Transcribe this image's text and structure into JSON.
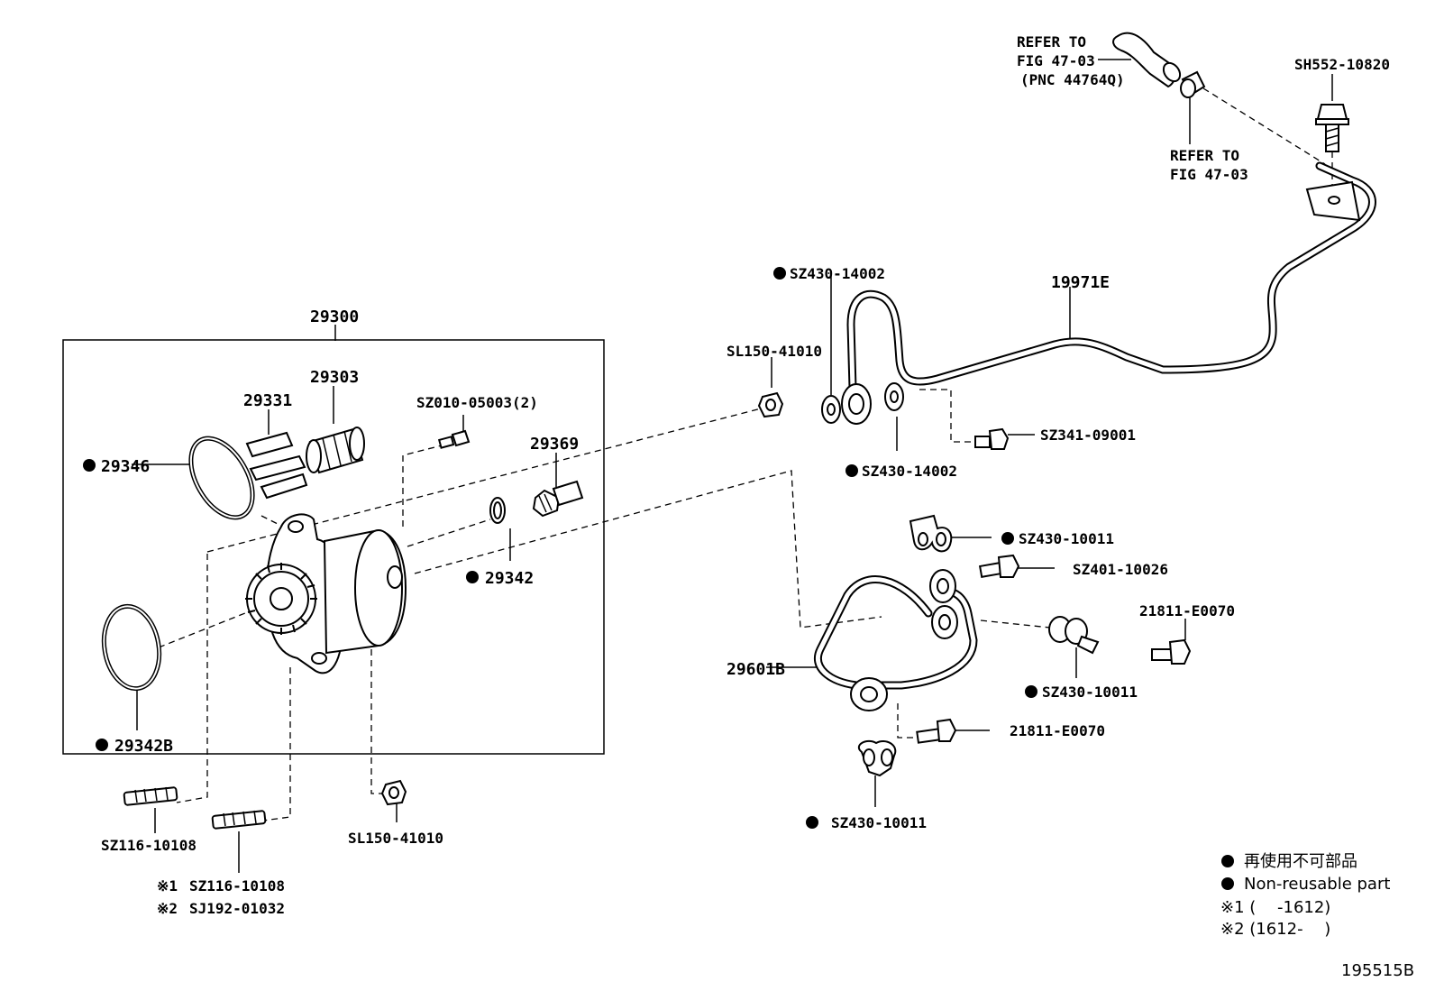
{
  "diagram": {
    "figure_id": "195515B",
    "labels": {
      "refer_pnc_line1": "REFER TO",
      "refer_pnc_line2": "FIG 47-03",
      "refer_pnc_line3": "(PNC 44764Q)",
      "refer_fig_line1": "REFER TO",
      "refer_fig_line2": "FIG 47-03",
      "sh552_10820": "SH552-10820",
      "sz430_14002_top": "SZ430-14002",
      "p19971e": "19971E",
      "sl150_41010_top": "SL150-41010",
      "sz341_09001": "SZ341-09001",
      "sz430_14002_bottom": "SZ430-14002",
      "p29300": "29300",
      "p29303": "29303",
      "p29331": "29331",
      "sz010_05003": "SZ010-05003(2)",
      "p29369": "29369",
      "p29346": "29346",
      "p29342": "29342",
      "p29342b": "29342B",
      "sz430_10011_a": "SZ430-10011",
      "sz401_10026": "SZ401-10026",
      "p21811_e0070_a": "21811-E0070",
      "p29601b": "29601B",
      "sz430_10011_b": "SZ430-10011",
      "p21811_e0070_b": "21811-E0070",
      "sz430_10011_c": "SZ430-10011",
      "sz116_10108_a": "SZ116-10108",
      "sl150_41010_bottom": "SL150-41010",
      "note1_mark": "※1",
      "sz116_10108_b": "SZ116-10108",
      "note2_mark": "※2",
      "sj192_01032": "SJ192-01032"
    },
    "legend": {
      "jp_text": "再使用不可部品",
      "en_text": "Non-reusable part",
      "note1": "※1 (　 -1612)",
      "note2": "※2 (1612- 　)"
    }
  }
}
